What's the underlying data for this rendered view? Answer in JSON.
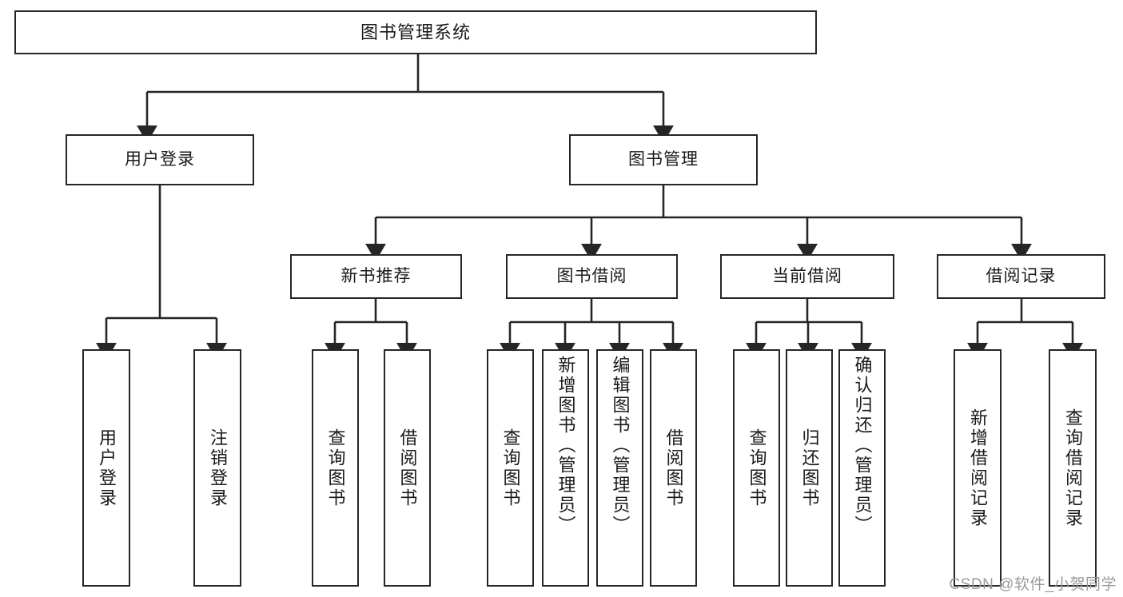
{
  "diagram": {
    "type": "tree-hierarchy",
    "title": "图书管理系统",
    "watermark": "CSDN @软件_小贺同学",
    "colors": {
      "stroke": "#262626",
      "fill": "#ffffff",
      "text": "#1a1a1a",
      "watermark": "#9b9b9b"
    },
    "nodes": {
      "root": {
        "label": "图书管理系统",
        "level": 0
      },
      "l1": [
        {
          "id": "user-login",
          "label": "用户登录",
          "level": 1
        },
        {
          "id": "book-manage",
          "label": "图书管理",
          "level": 1
        }
      ],
      "l2": [
        {
          "id": "new-book-recommend",
          "label": "新书推荐",
          "level": 2
        },
        {
          "id": "book-borrow",
          "label": "图书借阅",
          "level": 2
        },
        {
          "id": "current-borrow",
          "label": "当前借阅",
          "level": 2
        },
        {
          "id": "borrow-record",
          "label": "借阅记录",
          "level": 2
        }
      ],
      "leaves": [
        {
          "id": "leaf-user-login",
          "label": "用户登录",
          "parent": "user-login"
        },
        {
          "id": "leaf-logout-login",
          "label": "注销登录",
          "parent": "user-login"
        },
        {
          "id": "leaf-query-book-1",
          "label": "查询图书",
          "parent": "new-book-recommend"
        },
        {
          "id": "leaf-borrow-book-1",
          "label": "借阅图书",
          "parent": "new-book-recommend"
        },
        {
          "id": "leaf-query-book-2",
          "label": "查询图书",
          "parent": "book-borrow"
        },
        {
          "id": "leaf-add-book",
          "label": "新增图书（管理员）",
          "parent": "book-borrow"
        },
        {
          "id": "leaf-edit-book",
          "label": "编辑图书（管理员）",
          "parent": "book-borrow"
        },
        {
          "id": "leaf-borrow-book-2",
          "label": "借阅图书",
          "parent": "book-borrow"
        },
        {
          "id": "leaf-query-book-3",
          "label": "查询图书",
          "parent": "current-borrow"
        },
        {
          "id": "leaf-return-book",
          "label": "归还图书",
          "parent": "current-borrow"
        },
        {
          "id": "leaf-confirm-return",
          "label": "确认归还（管理员）",
          "parent": "current-borrow"
        },
        {
          "id": "leaf-add-record",
          "label": "新增借阅记录",
          "parent": "borrow-record"
        },
        {
          "id": "leaf-query-record",
          "label": "查询借阅记录",
          "parent": "borrow-record"
        }
      ]
    }
  }
}
